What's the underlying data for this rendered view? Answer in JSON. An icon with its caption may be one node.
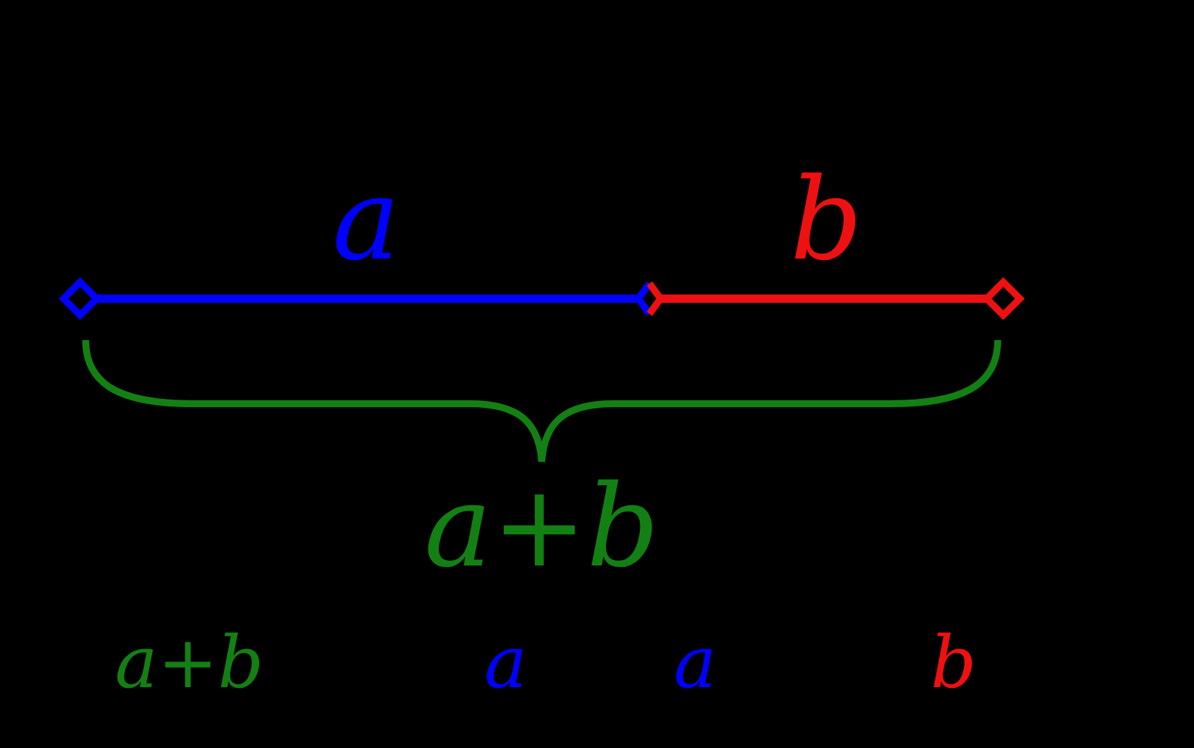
{
  "diagram": {
    "labels": [
      "a",
      "b",
      "a+b",
      "a+b",
      "a",
      "a",
      "b"
    ]
  }
}
